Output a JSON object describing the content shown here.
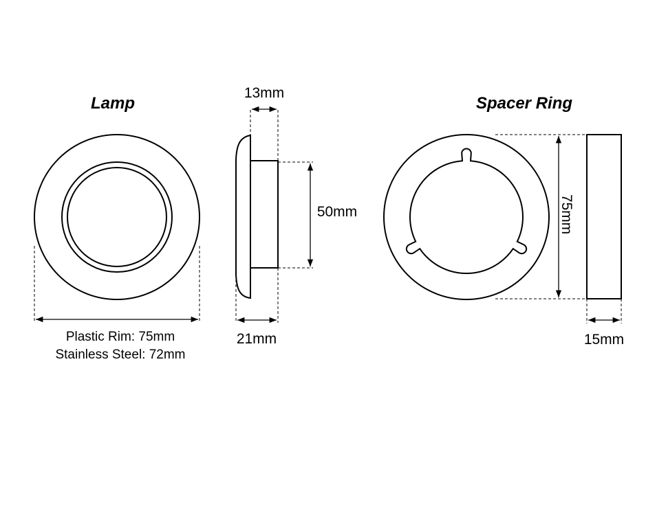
{
  "lamp": {
    "title": "Lamp",
    "width_label": "13mm",
    "height_label": "50mm",
    "depth_label": "21mm",
    "rim_note": "Plastic Rim: 75mm",
    "steel_note": "Stainless Steel: 72mm"
  },
  "spacer_ring": {
    "title": "Spacer Ring",
    "diameter_label": "75mm",
    "depth_label": "15mm"
  },
  "colors": {
    "line": "#000000",
    "background": "#ffffff"
  }
}
